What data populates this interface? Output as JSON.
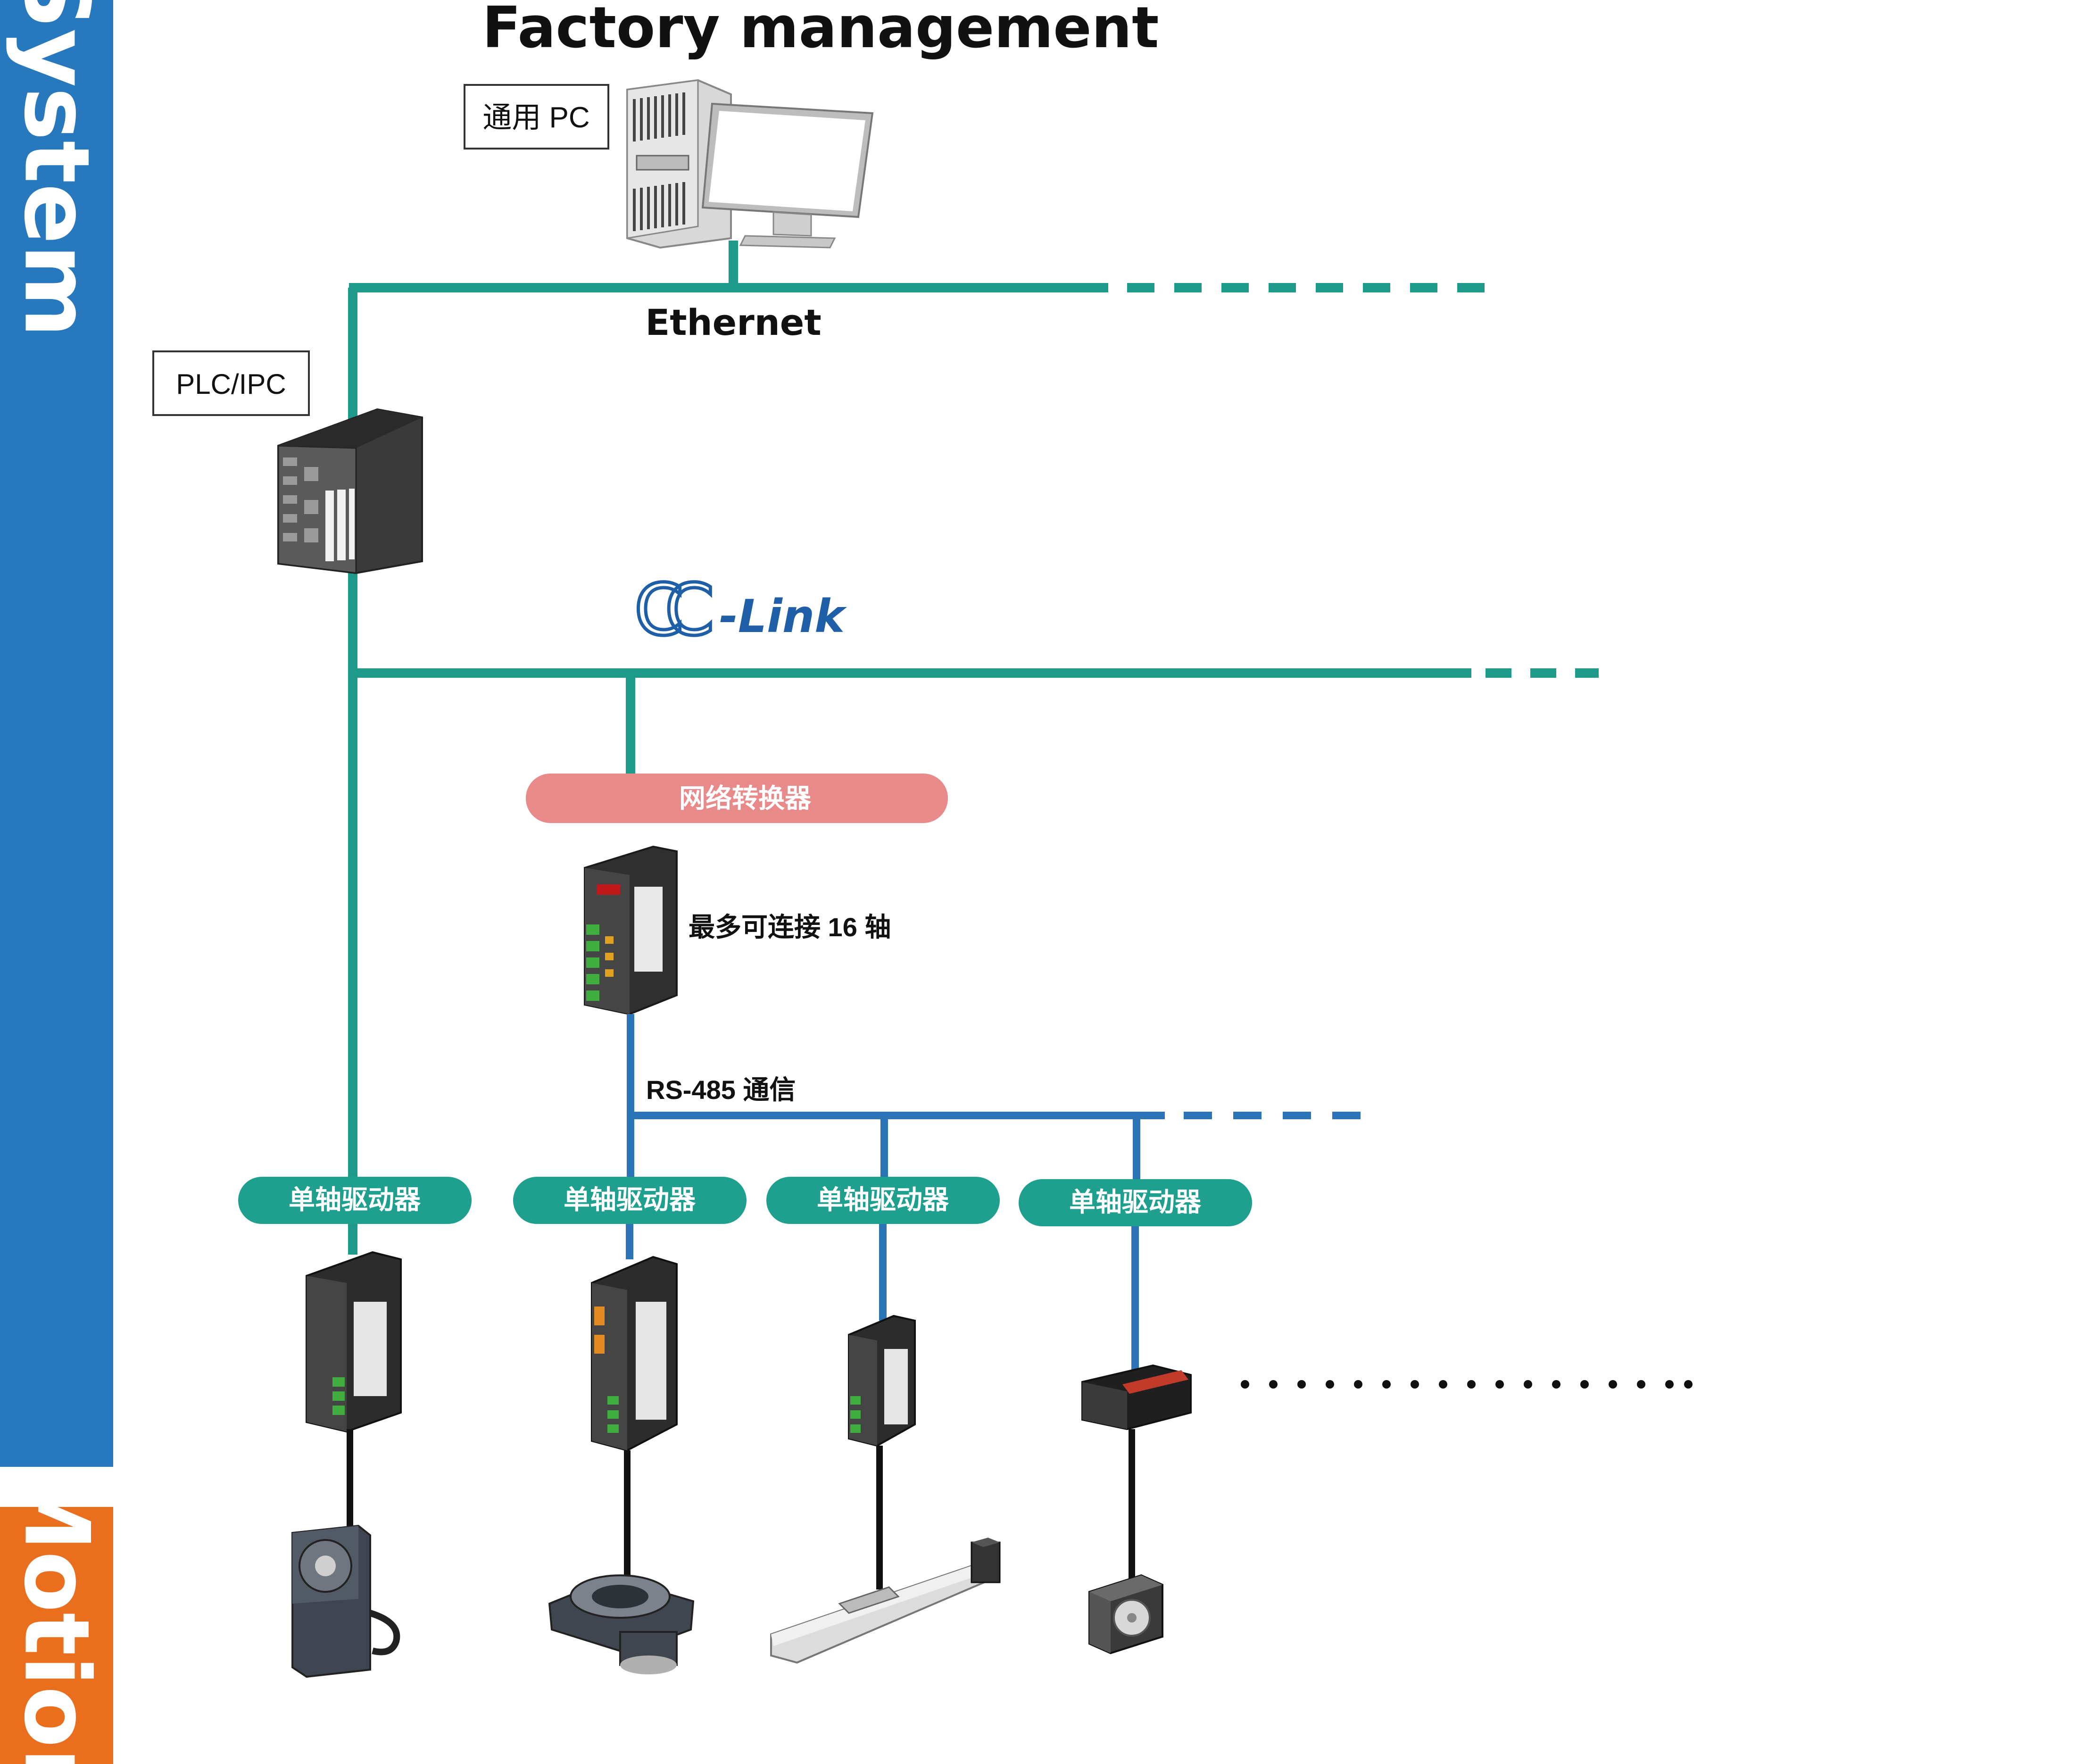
{
  "side_bars": {
    "system_label": "System",
    "motion_label": "Motion",
    "system_color": "#2778BD",
    "motion_color": "#E96E1E"
  },
  "title": "Factory management",
  "pc_label": "通用 PC",
  "ethernet_label": "Ethernet",
  "plc_label": "PLC/IPC",
  "cclink_logo": {
    "cc": "CC",
    "link": "-Link"
  },
  "converter": {
    "label": "网络转换器",
    "note": "最多可连接 16 轴"
  },
  "rs485_label": "RS-485 通信",
  "drivers": [
    {
      "label": "单轴驱动器",
      "motor_icon": "gear-motor-icon"
    },
    {
      "label": "单轴驱动器",
      "motor_icon": "rotary-table-icon"
    },
    {
      "label": "单轴驱动器",
      "motor_icon": "linear-actuator-icon"
    },
    {
      "label": "单轴驱动器",
      "motor_icon": "stepper-motor-icon"
    }
  ],
  "colors": {
    "network_teal": "#1E9A8A",
    "rs485_blue": "#2B74B8",
    "pill_teal": "#1FA08E",
    "pill_pink": "#E8898A",
    "cclink_blue": "#1F5FA8"
  }
}
